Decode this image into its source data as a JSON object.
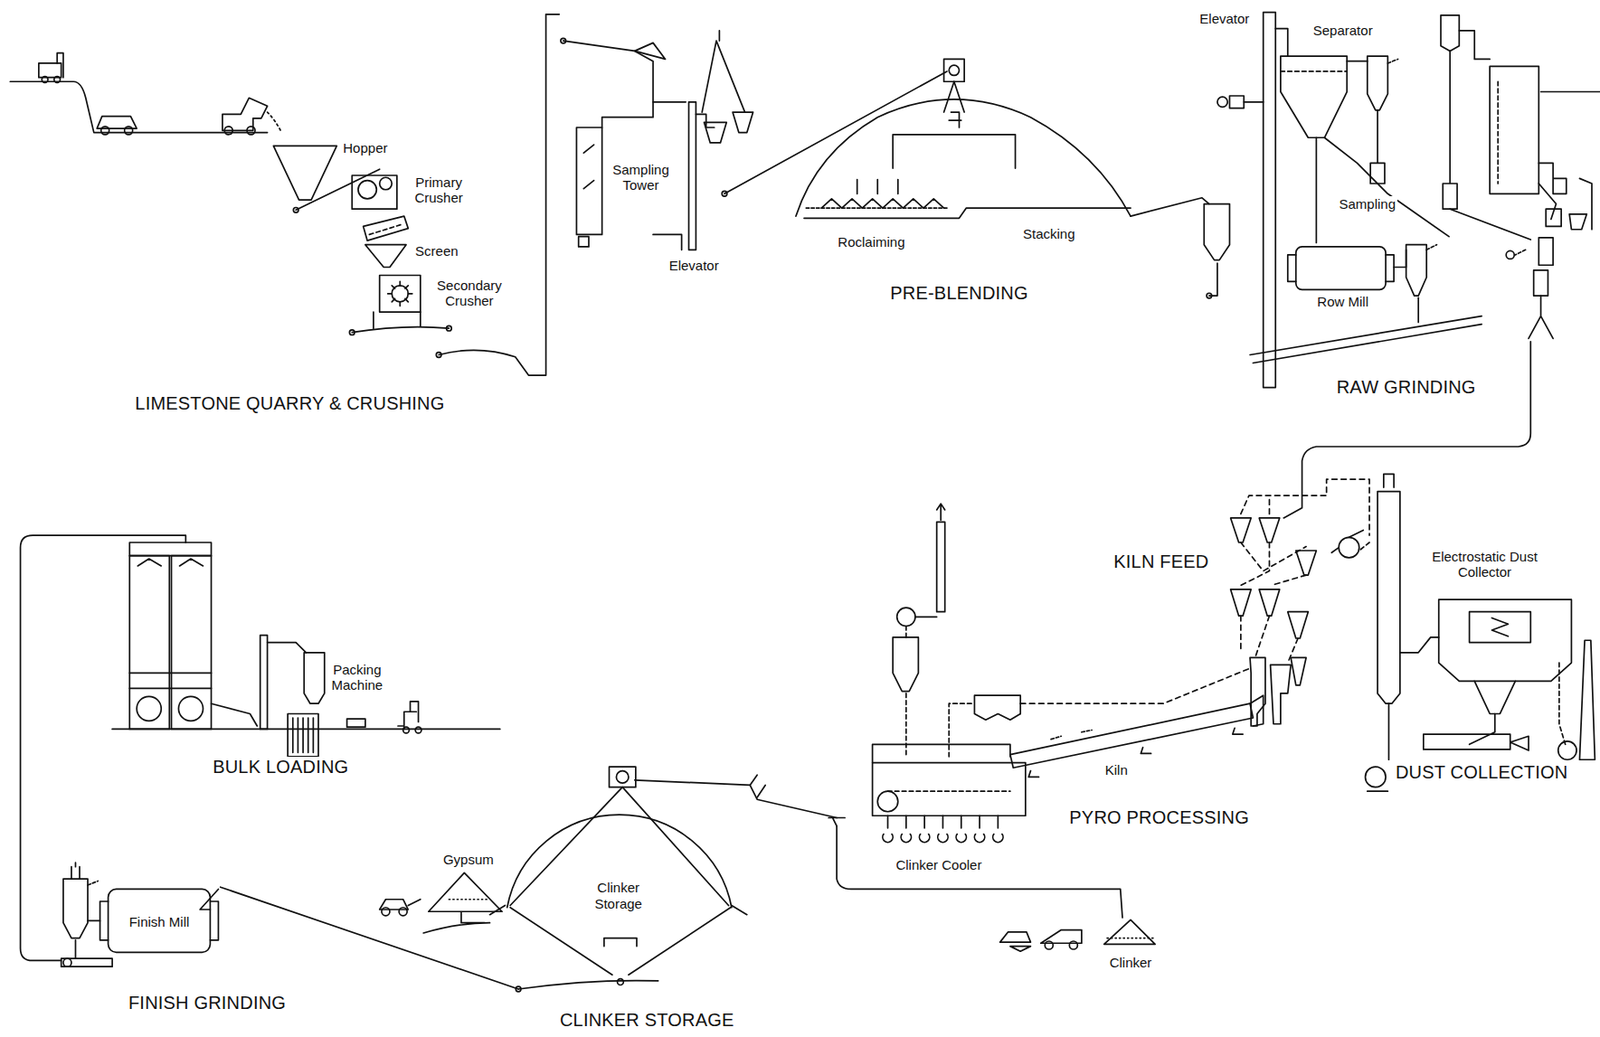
{
  "diagram": {
    "labels": [
      "Hopper",
      "Primary Crusher",
      "Screen",
      "Secondary Crusher",
      "LIMESTONE QUARRY & CRUSHING",
      "Sampling Tower",
      "Elevator",
      "Roclaiming",
      "Stacking",
      "PRE-BLENDING",
      "Elevator",
      "Separator",
      "Sampling",
      "Row Mill",
      "RAW GRINDING",
      "KILN FEED",
      "Electrostatic Dust Collector",
      "DUST COLLECTION",
      "Kiln",
      "PYRO PROCESSING",
      "Clinker Cooler",
      "Packing Machine",
      "BULK LOADING",
      "Gypsum",
      "Clinker Storage",
      "Clinker",
      "FINISH GRINDING",
      "Finish Mill",
      "CLINKER STORAGE"
    ]
  }
}
